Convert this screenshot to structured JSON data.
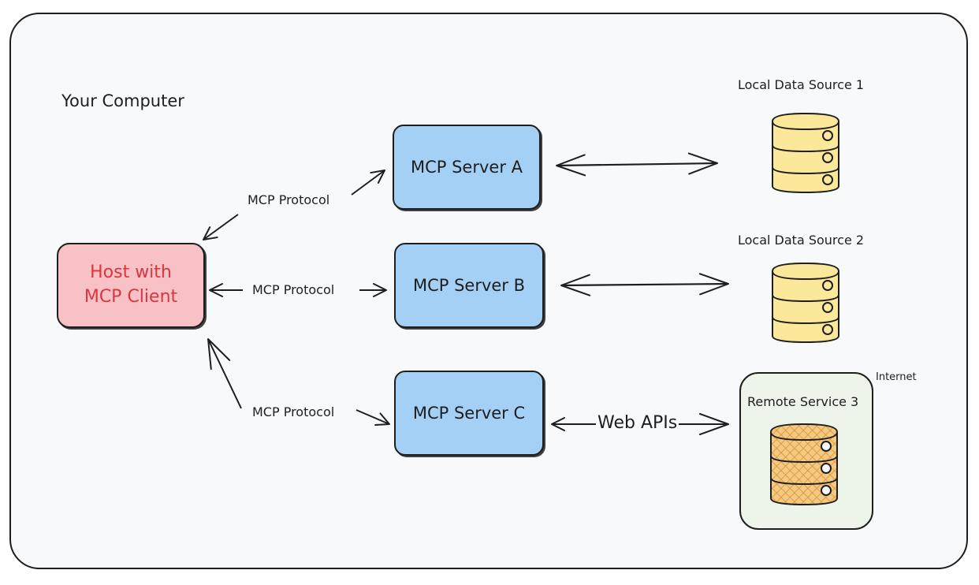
{
  "diagram": {
    "section_title": "Your Computer",
    "host": {
      "line1": "Host with",
      "line2": "MCP Client"
    },
    "servers": [
      {
        "label": "MCP Server A"
      },
      {
        "label": "MCP Server B"
      },
      {
        "label": "MCP Server C"
      }
    ],
    "protocol_labels": [
      "MCP Protocol",
      "MCP Protocol",
      "MCP Protocol"
    ],
    "data_sources": [
      {
        "label": "Local Data Source 1",
        "color": "#fce89a"
      },
      {
        "label": "Local Data Source 2",
        "color": "#fce89a"
      }
    ],
    "remote": {
      "region_label": "Internet",
      "label": "Remote Service 3",
      "color": "#f3c983",
      "link_label": "Web APIs"
    }
  },
  "colors": {
    "server_fill": "#a5d0f5",
    "host_fill": "#f7c1c6",
    "host_text": "#d9363e",
    "internet_fill": "#edf4ea",
    "stroke": "#1e1e1e"
  }
}
